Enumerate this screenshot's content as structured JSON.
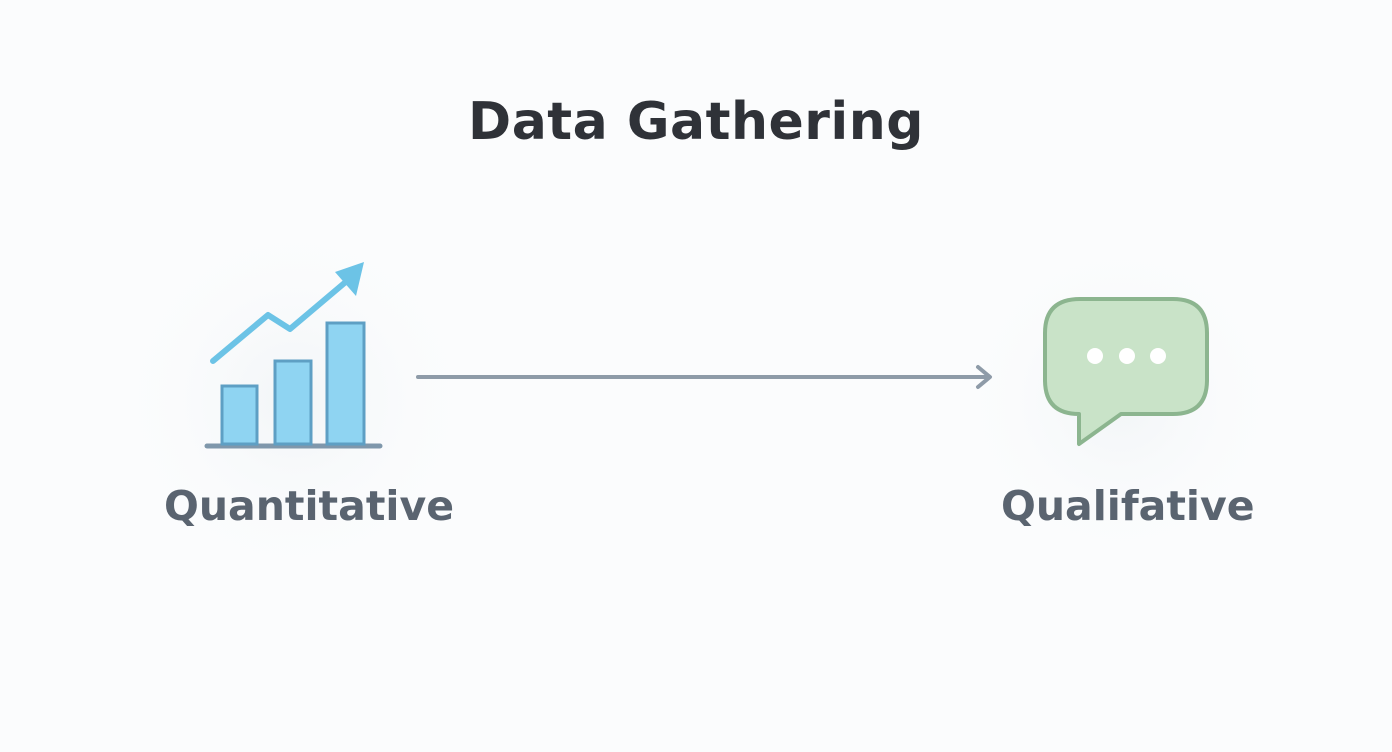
{
  "diagram": {
    "title": "Data Gathering",
    "nodes": [
      {
        "id": "quantitative",
        "label": "Quantitative",
        "icon": "bar-chart-trend-icon"
      },
      {
        "id": "qualitative",
        "label": "Qualifative",
        "icon": "speech-bubble-icon"
      }
    ],
    "edges": [
      {
        "from": "quantitative",
        "to": "qualitative"
      }
    ],
    "colors": {
      "title": "#2f3238",
      "label": "#5a6470",
      "chart_bar_fill": "#8fd4f2",
      "chart_bar_stroke": "#5e9fc4",
      "trend_arrow": "#6cc3e6",
      "chart_baseline": "#7f97ab",
      "arrow": "#8e9ba8",
      "bubble_fill": "#c9e3c8",
      "bubble_stroke": "#8cb58f",
      "bubble_dots": "#ffffff"
    }
  }
}
